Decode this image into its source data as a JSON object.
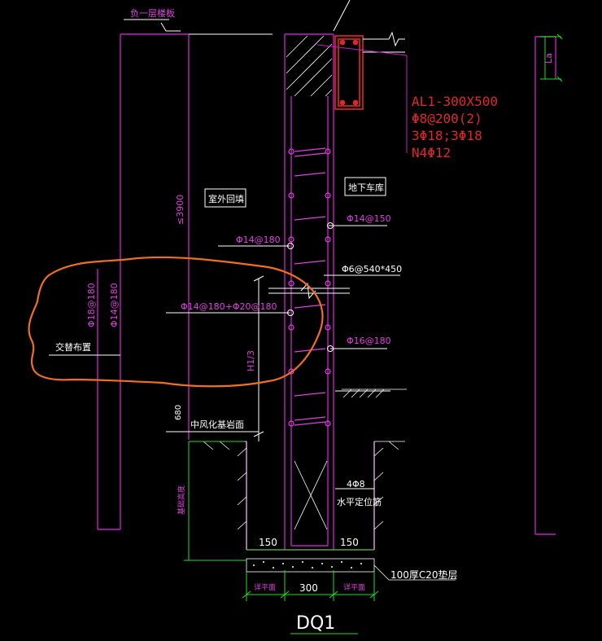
{
  "drawing": {
    "title": "DQ1",
    "colors": {
      "background": "#000000",
      "wall": "#c020c0",
      "label": "#ffffff",
      "rebar_magenta": "#e040e0",
      "beam_red": "#e02828",
      "dim_green": "#20e020",
      "cloud_orange": "#f07020"
    },
    "labels": {
      "floor_slab": "负一层楼板",
      "outdoor_fill": "室外回填",
      "basement_garage": "地下车库",
      "alternating": "交替布置",
      "weathered_rock": "中风化基岩面",
      "h_locate": "水平定位筋",
      "cushion": "100厚C20垫层",
      "s3900": "≤3900",
      "h1_3": "H1/3",
      "dim680": "680",
      "dim150_l": "150",
      "dim150_r": "150",
      "dim300": "300",
      "foot_l": "详平面",
      "foot_r": "详平面",
      "foot_side": "基础高度",
      "la": "La"
    },
    "rebar": {
      "phi14_150": "Φ14@150",
      "phi14_180": "Φ14@180",
      "phi6": "Φ6@540*450",
      "phi14_20": "Φ14@180+Φ20@180",
      "phi16_180": "Φ16@180",
      "vert_phi18": "Φ18@180",
      "vert_phi14": "Φ14@180",
      "phi4_8": "4Φ8"
    },
    "beam": {
      "name": "AL1-300X500",
      "stirrup": "Φ8@200(2)",
      "main": "3Φ18;3Φ18",
      "waist": "N4Φ12"
    }
  }
}
